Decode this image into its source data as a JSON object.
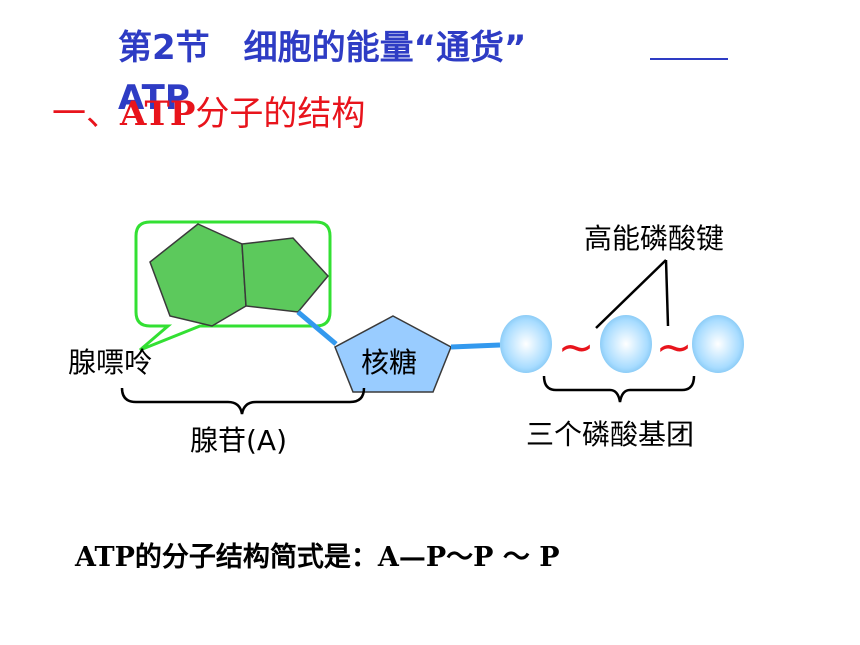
{
  "slide": {
    "title": "第2节　细胞的能量“通货”",
    "title_cont": "ATP",
    "section_prefix": "一、",
    "section_atp": "ATP",
    "section_rest": "分子的结构",
    "formula": "ATP的分子结构简式是：A—P～P ～ P"
  },
  "diagram": {
    "adenine_label": "腺嘌呤",
    "ribose_label": "核糖",
    "high_energy_label": "高能磷酸键",
    "adenosine_label": "腺苷(A)",
    "phosphates_label": "三个磷酸基团",
    "tilde": "~",
    "phosphate_count": 3
  },
  "colors": {
    "title": "#2e3cc4",
    "section": "#e8141c",
    "adenine_fill": "#5cc95c",
    "callout_border": "#33e033",
    "ribose_fill": "#99ccff",
    "bond": "#3399ee",
    "phosphate_fill": "#a8dcff",
    "tilde": "#e8141c"
  }
}
